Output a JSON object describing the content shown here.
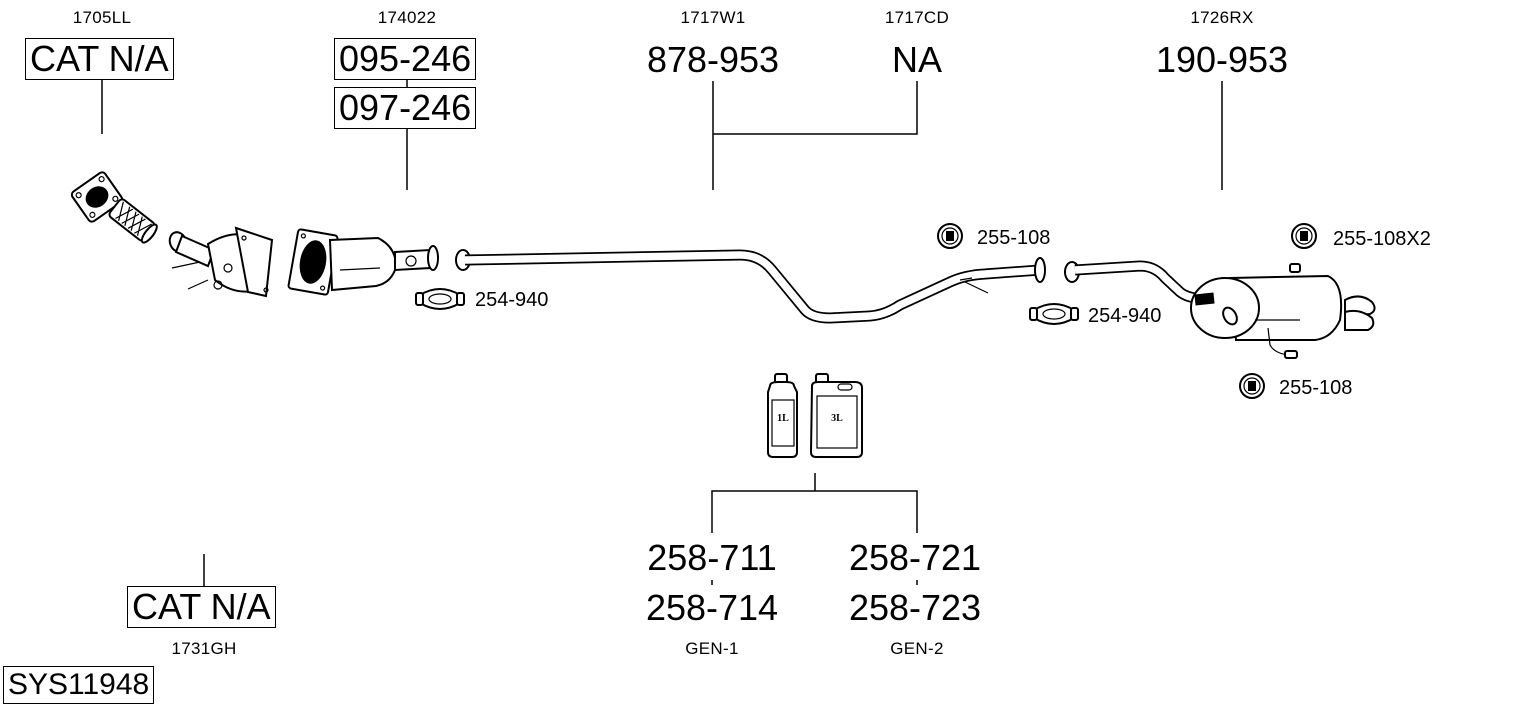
{
  "diagram": {
    "system_code": "SYS11948",
    "groups": [
      {
        "id": "downpipe",
        "ref": "1705LL",
        "parts": [
          "CAT N/A"
        ]
      },
      {
        "id": "catalyst",
        "ref": "174022",
        "parts": [
          "095-246",
          "097-246"
        ]
      },
      {
        "id": "center-pipe",
        "ref": "1717W1",
        "parts": [
          "878-953"
        ]
      },
      {
        "id": "center-alt",
        "ref": "1717CD",
        "parts": [
          "NA"
        ]
      },
      {
        "id": "rear-silencer",
        "ref": "1726RX",
        "parts": [
          "190-953"
        ]
      },
      {
        "id": "lower-cat",
        "ref": "1731GH",
        "parts": [
          "CAT N/A"
        ]
      }
    ],
    "fittings": {
      "clamp_left": "254-940",
      "clamp_right": "254-940",
      "rubber_mount_center": "255-108",
      "rubber_mount_rear_top": "255-108X2",
      "rubber_mount_rear_bottom": "255-108"
    },
    "fluids": {
      "bottle_small_label": "1L",
      "bottle_large_label": "3L",
      "gen1": {
        "codes": [
          "258-711",
          "258-714"
        ],
        "label": "GEN-1"
      },
      "gen2": {
        "codes": [
          "258-721",
          "258-723"
        ],
        "label": "GEN-2"
      }
    }
  }
}
